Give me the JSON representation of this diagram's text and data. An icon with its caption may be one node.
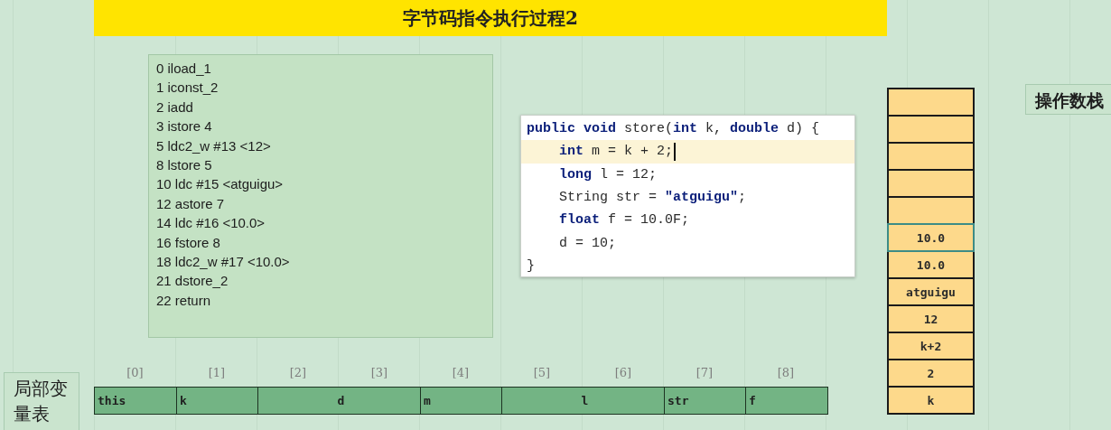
{
  "diagram": {
    "title": "字节码指令执行过程2",
    "nodes": [
      {
        "text": [
          "0 iload_1",
          "1 iconst_2",
          "2 iadd",
          "3 istore 4",
          "5 ldc2_w #13 <12>",
          "8 lstore 5",
          "10 ldc #15 <atguigu>",
          "12 astore 7",
          "14 ldc #16 <10.0>",
          "16 fstore 8",
          "18 ldc2_w #17 <10.0>",
          "21 dstore_2",
          "22 return"
        ]
      },
      {
        "text": [
          "**public void** store(**int** k, **double** d) {",
          "**int** m = k + 2;",
          "**long** l = 12;",
          "String str = **\"atguigu\"**;",
          "**float** f = 10.0F;",
          "d = 10;",
          "}"
        ]
      },
      {
        "text": [
          "操作数栈"
        ]
      },
      {
        "text": [],
        "shape": "box"
      },
      {
        "text": [],
        "shape": "box"
      },
      {
        "text": [],
        "shape": "box"
      },
      {
        "text": [],
        "shape": "box"
      },
      {
        "text": [],
        "shape": "box"
      },
      {
        "text": [
          "10.0"
        ]
      },
      {
        "text": [
          "10.0"
        ]
      },
      {
        "text": [
          "atguigu"
        ]
      },
      {
        "text": [
          "12"
        ]
      },
      {
        "text": [
          "k+2"
        ]
      },
      {
        "text": [
          "2"
        ]
      },
      {
        "text": [
          "k"
        ]
      },
      {
        "text": [
          "局部变量表"
        ]
      },
      {
        "text": [
          "this"
        ],
        "beside": [
          "[0]"
        ]
      },
      {
        "text": [
          "k"
        ],
        "beside": [
          "[1]"
        ]
      },
      {
        "text": [
          "d"
        ],
        "beside": [
          "[2]",
          "[3]"
        ]
      },
      {
        "text": [
          "m"
        ],
        "beside": [
          "[4]"
        ]
      },
      {
        "text": [
          "l"
        ],
        "beside": [
          "[5]",
          "[6]"
        ]
      },
      {
        "text": [
          "str"
        ],
        "beside": [
          "[7]"
        ]
      },
      {
        "text": [
          "f"
        ],
        "beside": [
          "[8]"
        ]
      }
    ]
  }
}
